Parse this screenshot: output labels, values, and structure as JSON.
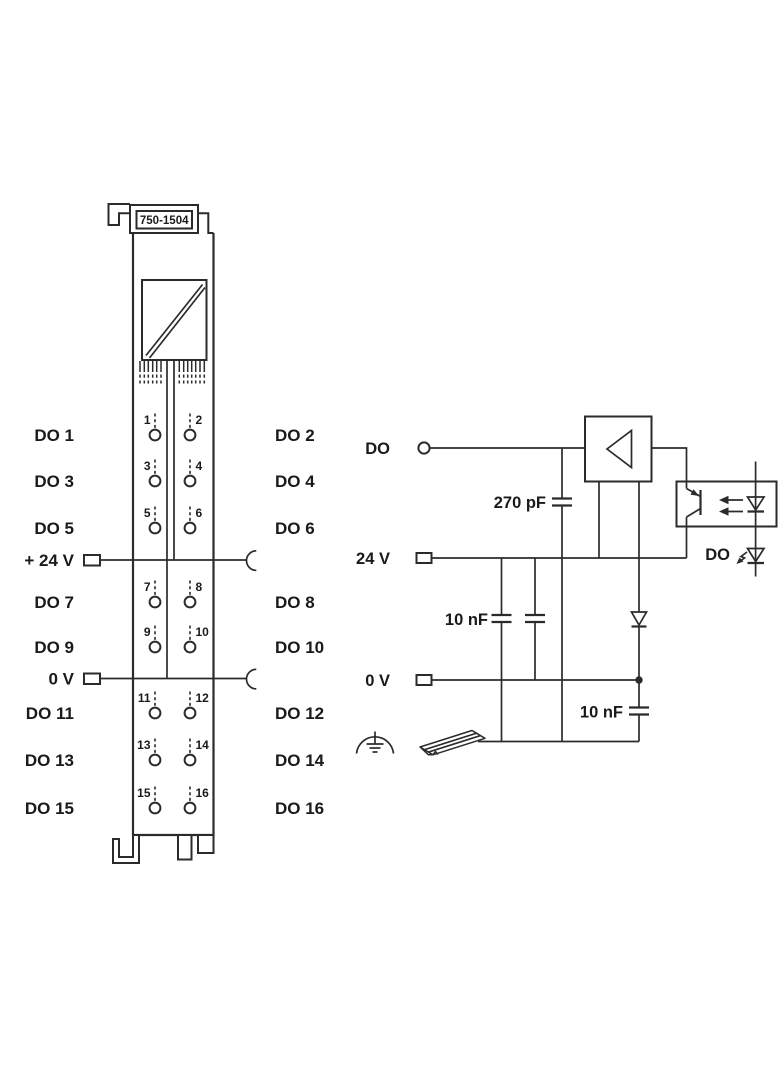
{
  "module": {
    "part_number": "750-1504",
    "left_labels": [
      "DO 1",
      "DO 3",
      "DO 5",
      "+ 24 V",
      "DO 7",
      "DO 9",
      "0 V",
      "DO 11",
      "DO 13",
      "DO 15"
    ],
    "right_labels": [
      "DO 2",
      "DO 4",
      "DO 6",
      "DO 8",
      "DO 10",
      "DO 12",
      "DO 14",
      "DO 16"
    ],
    "contact_numbers": [
      "1",
      "2",
      "3",
      "4",
      "5",
      "6",
      "7",
      "8",
      "9",
      "10",
      "11",
      "12",
      "13",
      "14",
      "15",
      "16"
    ]
  },
  "schematic": {
    "input_label": "DO",
    "supply_label": "24 V",
    "zero_label": "0 V",
    "cap_input": "270 pF",
    "cap_filter_1": "10 nF",
    "cap_filter_2": "10 nF",
    "status_led_label": "DO"
  },
  "colors": {
    "line": "#2b2b2b",
    "text": "#1a1a1a",
    "background": "#ffffff"
  }
}
